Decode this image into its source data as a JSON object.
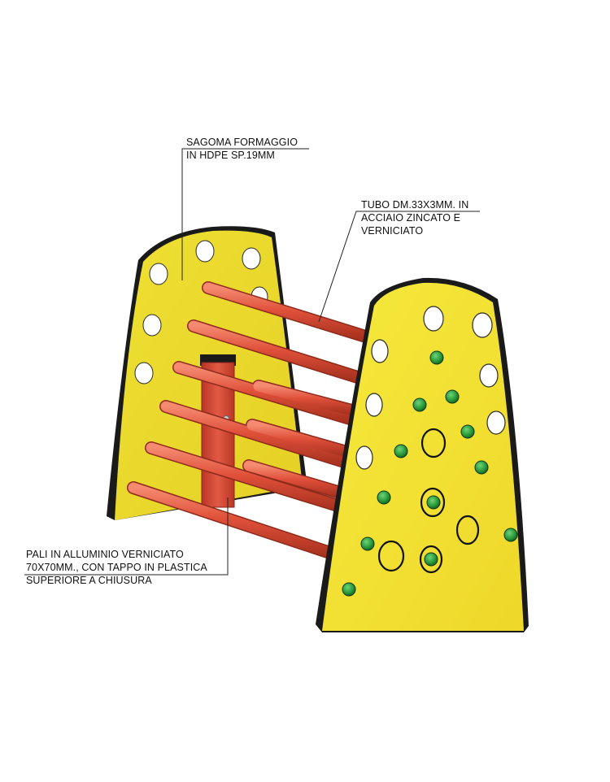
{
  "callouts": {
    "panel": {
      "line1": "SAGOMA FORMAGGIO",
      "line2": "IN HDPE SP.19MM"
    },
    "tube": {
      "line1": "TUBO DM.33X3MM. IN",
      "line2": "ACCIAIO ZINCATO E",
      "line3": "VERNICIATO"
    },
    "post": {
      "line1": "PALI IN ALLUMINIO VERNICIATO",
      "line2": "70X70MM., CON TAPPO IN PLASTICA",
      "line3": "SUPERIORE A CHIUSURA"
    }
  },
  "colors": {
    "panel_yellow": "#f2e232",
    "panel_edge": "#1a1a1a",
    "tube_red": "#e0503a",
    "post_red": "#d9483a",
    "climbing_hold": "#2a9a3a",
    "leader_line": "#222222"
  }
}
